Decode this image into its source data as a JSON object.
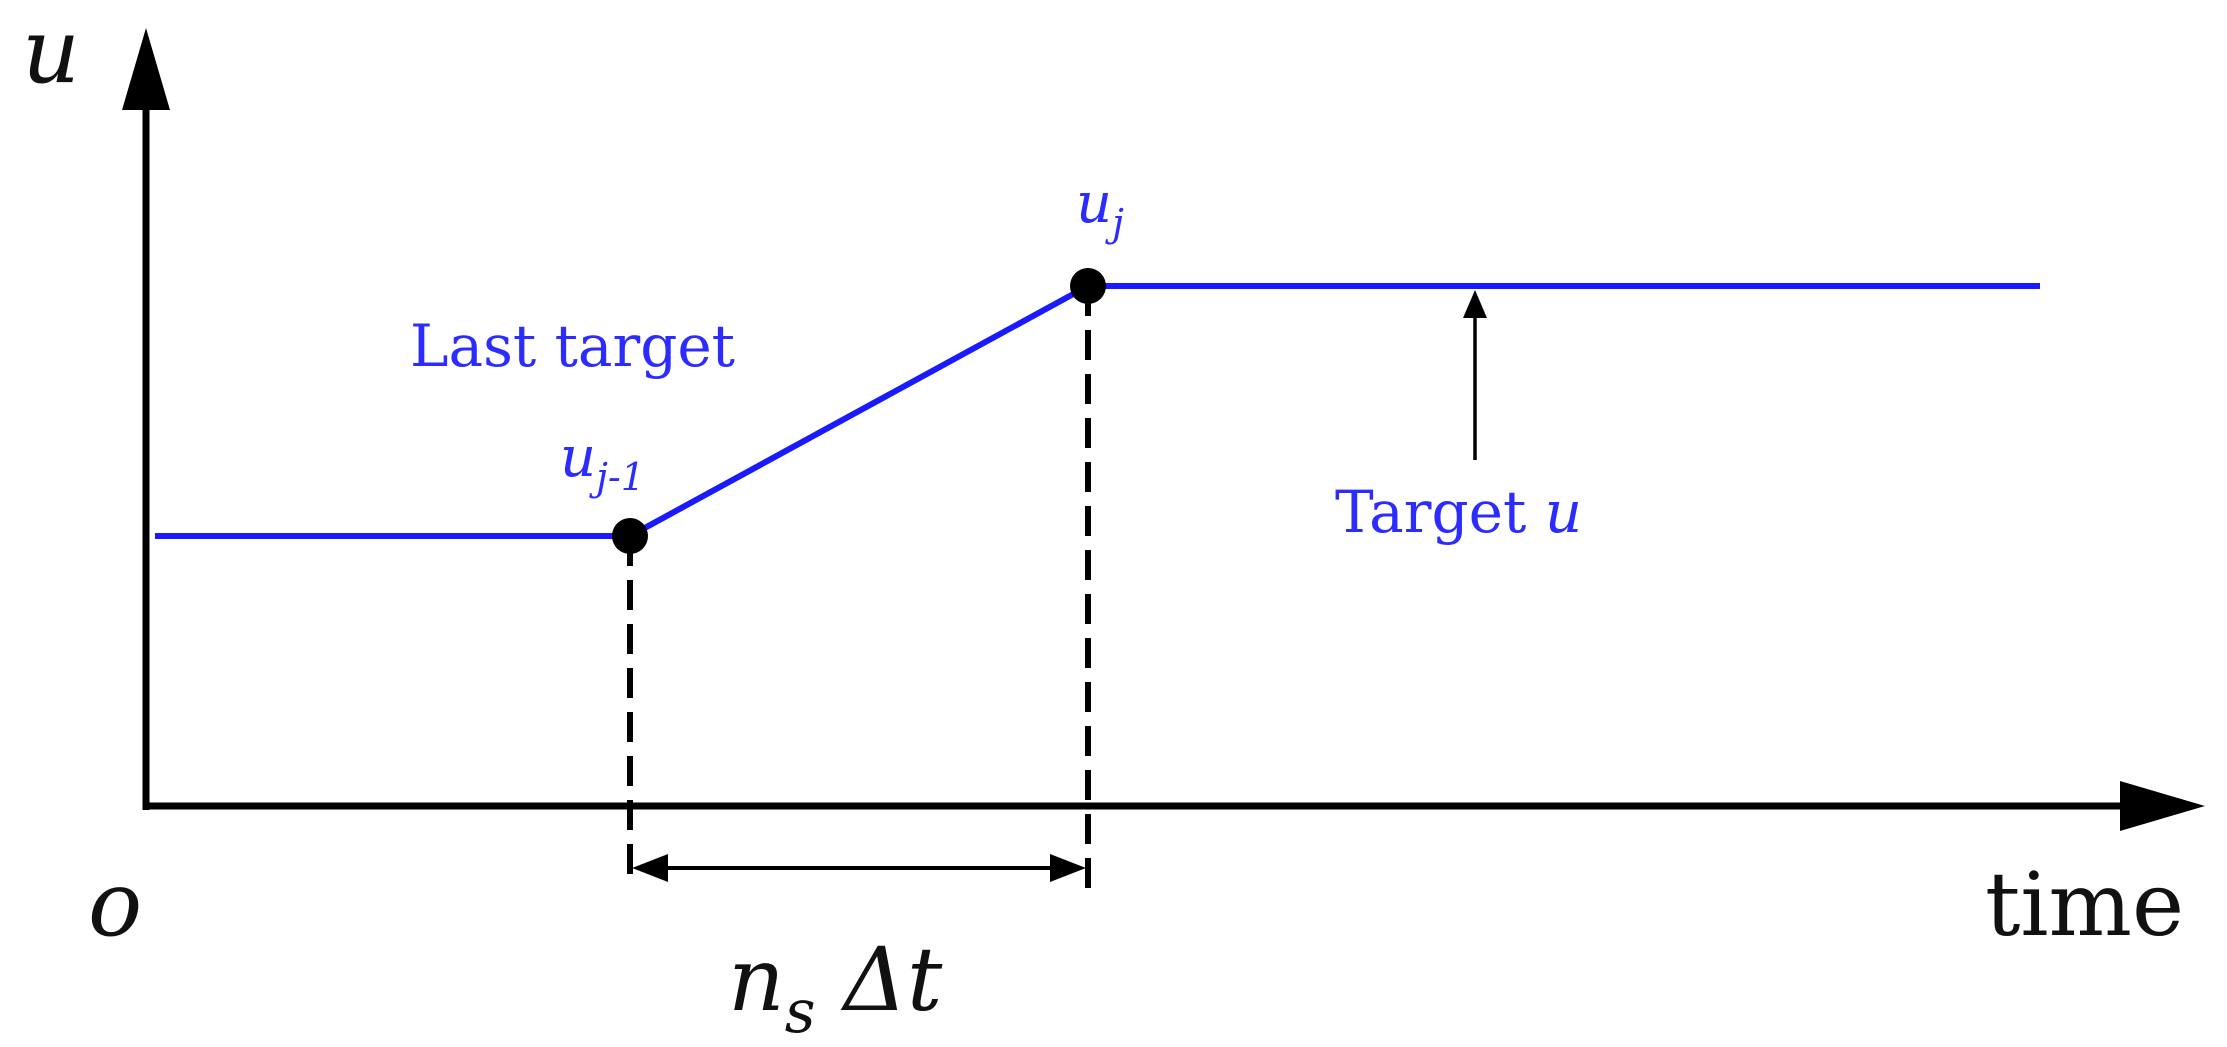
{
  "labels": {
    "y_axis": "u",
    "x_axis": "time",
    "origin": "o",
    "point_prev": {
      "main": "u",
      "sub": "j-1"
    },
    "point_curr": {
      "main": "u",
      "sub": "j"
    },
    "last_target": "Last target",
    "target_prefix": "Target ",
    "target_var": "u",
    "interval": {
      "main": "n",
      "sub": "s",
      "suffix": " Δt"
    }
  },
  "colors": {
    "curve": "#1a1aff",
    "text_blue": "#2c2cff",
    "axis": "#000000"
  }
}
